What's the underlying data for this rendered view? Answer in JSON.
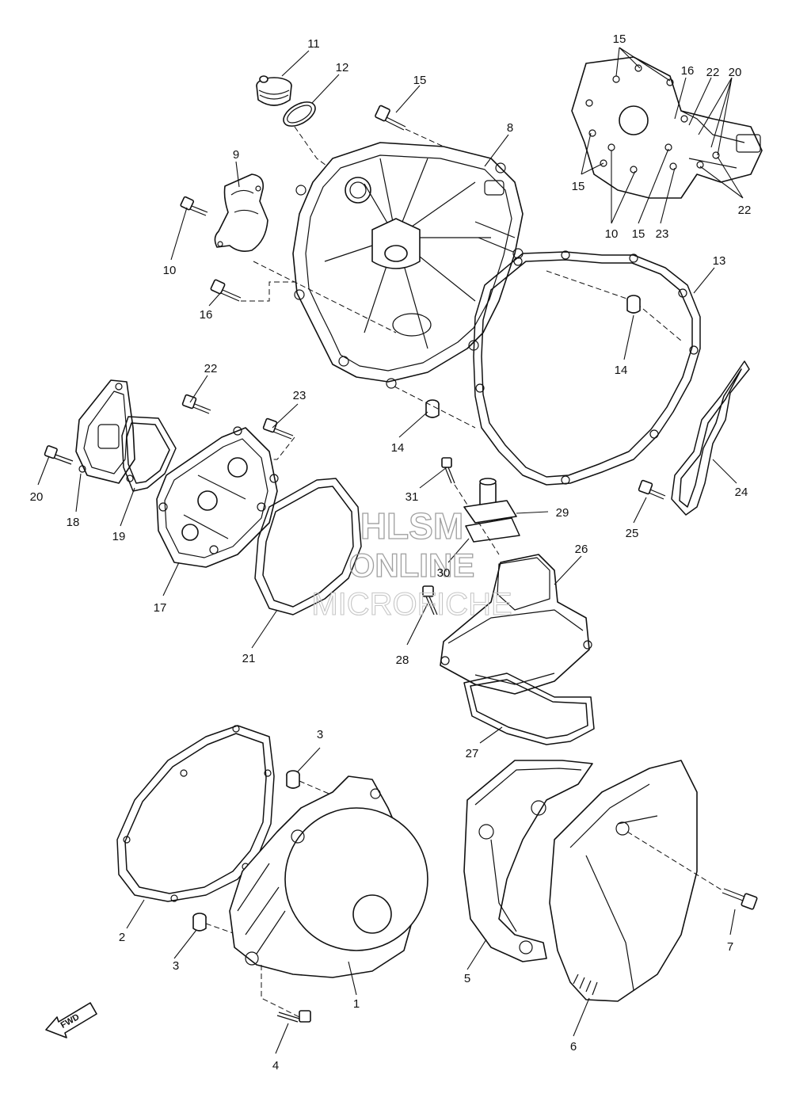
{
  "diagram": {
    "callouts": [
      {
        "id": "c11a",
        "text": "11"
      },
      {
        "id": "c12a",
        "text": "12"
      },
      {
        "id": "c15a",
        "text": "15"
      },
      {
        "id": "c8a",
        "text": "8"
      },
      {
        "id": "c9a",
        "text": "9"
      },
      {
        "id": "c10a",
        "text": "10"
      },
      {
        "id": "c16a",
        "text": "16"
      },
      {
        "id": "c13a",
        "text": "13"
      },
      {
        "id": "c14a",
        "text": "14"
      },
      {
        "id": "c14b",
        "text": "14"
      },
      {
        "id": "c15b",
        "text": "15"
      },
      {
        "id": "c16b",
        "text": "16"
      },
      {
        "id": "c22a",
        "text": "22"
      },
      {
        "id": "c20a",
        "text": "20"
      },
      {
        "id": "c15c",
        "text": "15"
      },
      {
        "id": "c10b",
        "text": "10"
      },
      {
        "id": "c15d",
        "text": "15"
      },
      {
        "id": "c23a",
        "text": "23"
      },
      {
        "id": "c22b",
        "text": "22"
      },
      {
        "id": "c22c",
        "text": "22"
      },
      {
        "id": "c23b",
        "text": "23"
      },
      {
        "id": "c20b",
        "text": "20"
      },
      {
        "id": "c18a",
        "text": "18"
      },
      {
        "id": "c19a",
        "text": "19"
      },
      {
        "id": "c17a",
        "text": "17"
      },
      {
        "id": "c21a",
        "text": "21"
      },
      {
        "id": "c31a",
        "text": "31"
      },
      {
        "id": "c29a",
        "text": "29"
      },
      {
        "id": "c30a",
        "text": "30"
      },
      {
        "id": "c26a",
        "text": "26"
      },
      {
        "id": "c28a",
        "text": "28"
      },
      {
        "id": "c27a",
        "text": "27"
      },
      {
        "id": "c24a",
        "text": "24"
      },
      {
        "id": "c25a",
        "text": "25"
      },
      {
        "id": "c3a",
        "text": "3"
      },
      {
        "id": "c3b",
        "text": "3"
      },
      {
        "id": "c2a",
        "text": "2"
      },
      {
        "id": "c1a",
        "text": "1"
      },
      {
        "id": "c4a",
        "text": "4"
      },
      {
        "id": "c5a",
        "text": "5"
      },
      {
        "id": "c6a",
        "text": "6"
      },
      {
        "id": "c7a",
        "text": "7"
      }
    ],
    "fwd_label": "FWD",
    "watermark": {
      "line1": "HLSM",
      "line2": "ONLINE",
      "line3": "MICROFICHE"
    }
  }
}
